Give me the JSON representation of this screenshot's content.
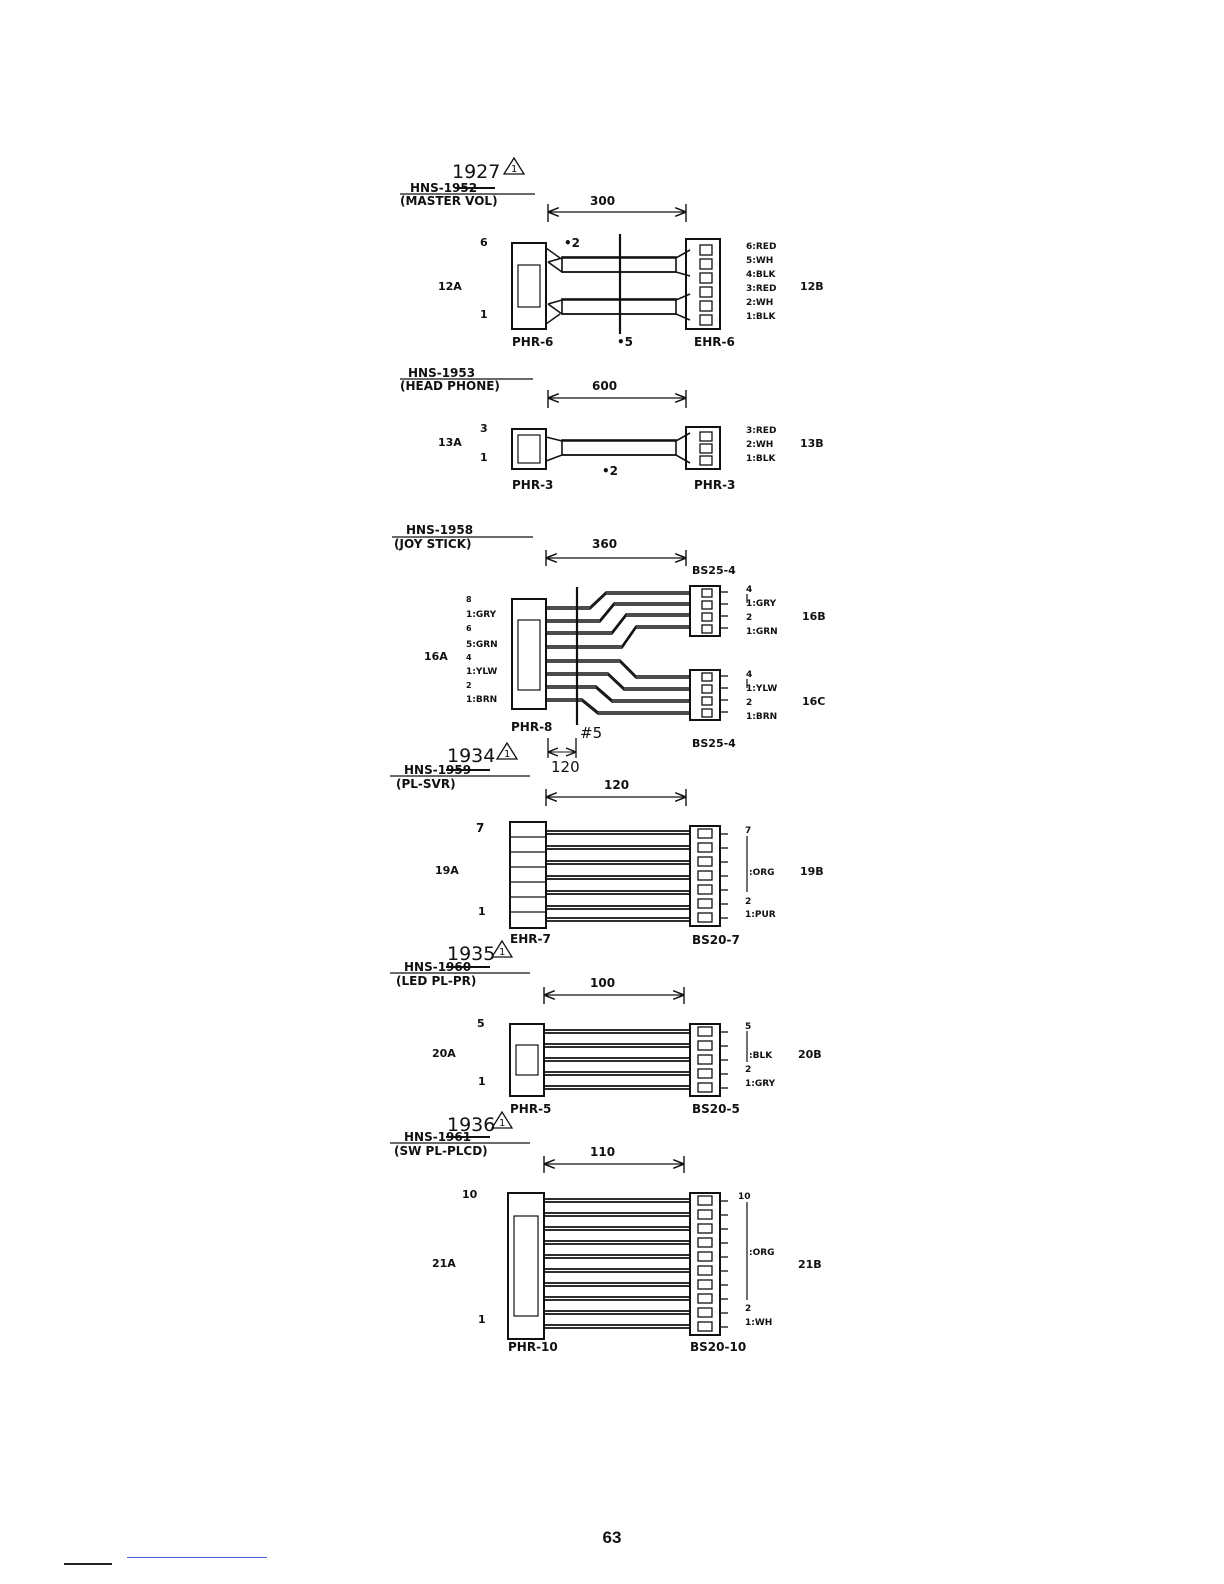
{
  "page_number": "63",
  "harnesses": [
    {
      "revision": "1927",
      "part_number": "HNS-1952",
      "part_struck": true,
      "name": "(MASTER VOL)",
      "length": "300",
      "end_a": {
        "label": "12A",
        "pin_top": "6",
        "pin_bottom": "1",
        "connector": "PHR-6"
      },
      "end_b": {
        "label": "12B",
        "connector": "EHR-6"
      },
      "wires": [
        "6:RED",
        "5:WH",
        "4:BLK",
        "3:RED",
        "2:WH",
        "1:BLK"
      ],
      "notes": [
        "•2",
        "•5"
      ]
    },
    {
      "revision": "",
      "part_number": "HNS-1953",
      "part_struck": false,
      "name": "(HEAD PHONE)",
      "length": "600",
      "end_a": {
        "label": "13A",
        "pin_top": "3",
        "pin_bottom": "1",
        "connector": "PHR-3"
      },
      "end_b": {
        "label": "13B",
        "connector": "PHR-3"
      },
      "wires": [
        "3:RED",
        "2:WH",
        "1:BLK"
      ],
      "notes": [
        "•2"
      ]
    },
    {
      "revision": "",
      "part_number": "HNS-1958",
      "part_struck": false,
      "name": "(JOY STICK)",
      "length": "360",
      "length_b": "120",
      "end_a": {
        "label": "16A",
        "connector": "PHR-8",
        "pins": [
          "8",
          "1:GRY",
          "6",
          "5:GRN",
          "4",
          "1:YLW",
          "2",
          "1:BRN"
        ]
      },
      "end_b": {
        "label": "16B",
        "connector": "BS25-4",
        "pins": [
          "4",
          "1:GRY",
          "2",
          "1:GRN"
        ]
      },
      "end_c": {
        "label": "16C",
        "connector": "BS25-4",
        "pins": [
          "4",
          "1:YLW",
          "2",
          "1:BRN"
        ]
      },
      "notes": [
        "#5"
      ]
    },
    {
      "revision": "1934",
      "part_number": "HNS-1959",
      "part_struck": true,
      "name": "(PL-SVR)",
      "length": "120",
      "end_a": {
        "label": "19A",
        "pin_top": "7",
        "pin_bottom": "1",
        "connector": "EHR-7"
      },
      "end_b": {
        "label": "19B",
        "connector": "BS20-7",
        "pins": [
          "7",
          ":ORG",
          "2",
          "1:PUR"
        ]
      }
    },
    {
      "revision": "1935",
      "part_number": "HNS-1960",
      "part_struck": true,
      "name": "(LED PL-PR)",
      "length": "100",
      "end_a": {
        "label": "20A",
        "pin_top": "5",
        "pin_bottom": "1",
        "connector": "PHR-5"
      },
      "end_b": {
        "label": "20B",
        "connector": "BS20-5",
        "pins": [
          "5",
          ":BLK",
          "2",
          "1:GRY"
        ]
      }
    },
    {
      "revision": "1936",
      "part_number": "HNS-1961",
      "part_struck": true,
      "name": "(SW PL-PLCD)",
      "length": "110",
      "end_a": {
        "label": "21A",
        "pin_top": "10",
        "pin_bottom": "1",
        "connector": "PHR-10"
      },
      "end_b": {
        "label": "21B",
        "connector": "BS20-10",
        "pins": [
          "10",
          ":ORG",
          "2",
          "1:WH"
        ]
      }
    }
  ],
  "revision_marker": "1"
}
